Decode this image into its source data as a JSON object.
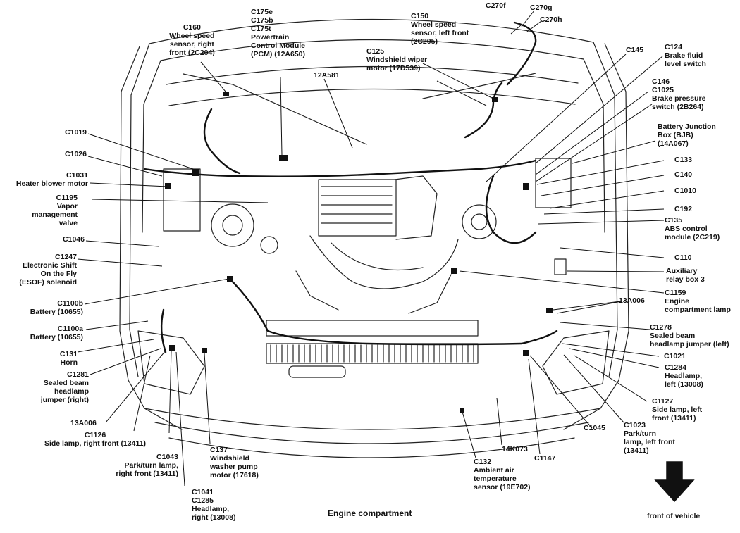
{
  "caption": "Engine compartment",
  "direction_label": "front of vehicle",
  "colors": {
    "ink": "#111111",
    "paper": "#ffffff",
    "line": "#222222"
  },
  "labels": {
    "c160": "C160\nWheel speed\nsensor, right\nfront (2C204)",
    "c175": "C175e\nC175b\nC175t\nPowertrain\nControl Module\n(PCM) (12A650)",
    "c150": "C150\nWheel speed\nsensor, left front\n(2C205)",
    "c270f": "C270f",
    "c270g": "C270g",
    "c270h": "C270h",
    "c125": "C125\nWindshield wiper\nmotor (17D539)",
    "c124": "C124\nBrake fluid\nlevel switch",
    "c145": "C145",
    "c12a581": "12A581",
    "c146": "C146\nC1025\nBrake pressure\nswitch (2B264)",
    "bjb": "Battery Junction\nBox (BJB)\n(14A067)",
    "c1019": "C1019",
    "c1026": "C1026",
    "c1031": "C1031\nHeater blower motor",
    "c133": "C133",
    "c140": "C140",
    "c1010": "C1010",
    "c1195": "C1195\nVapor\nmanagement\nvalve",
    "c192": "C192",
    "c135": "C135\nABS control\nmodule (2C219)",
    "c1046": "C1046",
    "c110": "C110",
    "c1247": "C1247\nElectronic Shift\nOn the Fly\n(ESOF) solenoid",
    "aux": "Auxiliary\nrelay box 3",
    "c1159": "C1159\nEngine\ncompartment lamp",
    "c1100b": "C1100b\nBattery (10655)",
    "c13a006r": "13A006",
    "c1100a": "C1100a\nBattery (10655)",
    "c1278": "C1278\nSealed beam\nheadlamp jumper (left)",
    "c131": "C131\nHorn",
    "c1021": "C1021",
    "c1281": "C1281\nSealed beam\nheadlamp\njumper (right)",
    "c1284": "C1284\nHeadlamp,\nleft (13008)",
    "c1127": "C1127\nSide lamp, left\nfront (13411)",
    "c13a006l": "13A006",
    "c1126": "C1126\nSide lamp, right front (13411)",
    "c1045": "C1045",
    "c1023": "C1023\nPark/turn\nlamp, left front\n(13411)",
    "c137": "C137\nWindshield\nwasher pump\nmotor (17618)",
    "c14k073": "14K073",
    "c1043": "C1043\nPark/turn lamp,\nright front (13411)",
    "c1147": "C1147",
    "c132": "C132\nAmbient air\ntemperature\nsensor (19E702)",
    "c1041": "C1041\nC1285\nHeadlamp,\nright (13008)"
  }
}
